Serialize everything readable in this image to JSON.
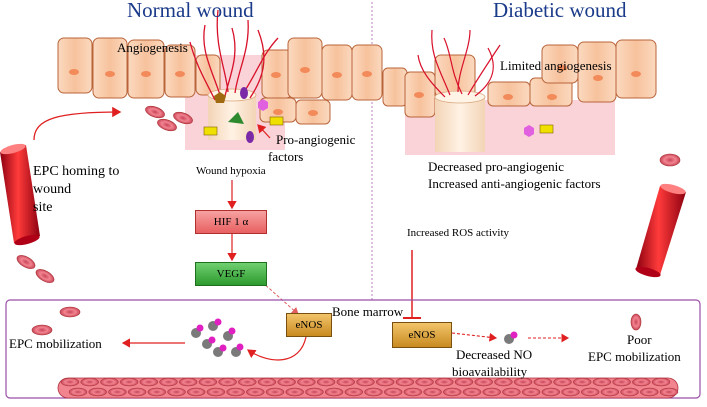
{
  "titles": {
    "normal": "Normal wound",
    "diabetic": "Diabetic wound"
  },
  "labels": {
    "angiogenesis": "Angiogenesis",
    "limited_angiogenesis": "Limited angiogenesis",
    "pro_angiogenic": "Pro-angiogenic",
    "factors": "factors",
    "epc_homing_1": "EPC homing to",
    "epc_homing_2": "wound",
    "epc_homing_3": "site",
    "wound_hypoxia": "Wound hypoxia",
    "decreased_pro": "Decreased pro-angiogenic",
    "increased_anti": "Increased anti-angiogenic factors",
    "increased_ros": "Increased ROS activity",
    "bone_marrow": "Bone marrow",
    "epc_mobilization": "EPC mobilization",
    "decreased_no_1": "Decreased NO",
    "decreased_no_2": "bioavailability",
    "poor": "Poor",
    "poor_epc": "EPC mobilization"
  },
  "boxes": {
    "hif": "HIF 1 α",
    "vegf": "VEGF",
    "enos_left": "eNOS",
    "enos_right": "eNOS"
  },
  "colors": {
    "title": "#1a3a8a",
    "skin_fill": "#f8c9a8",
    "skin_stroke": "#b9643a",
    "wound_bed": "#f6c0c8",
    "vessel_red": "#d8102a",
    "arrow_red": "#e02020",
    "hif_fill": "#f07a7a",
    "vegf_fill": "#3fae3f",
    "enos_fill": "#d9a33a",
    "marrow_border": "#9a4fa8",
    "rbc": "#e05a5a",
    "divider": "#c080c0"
  }
}
